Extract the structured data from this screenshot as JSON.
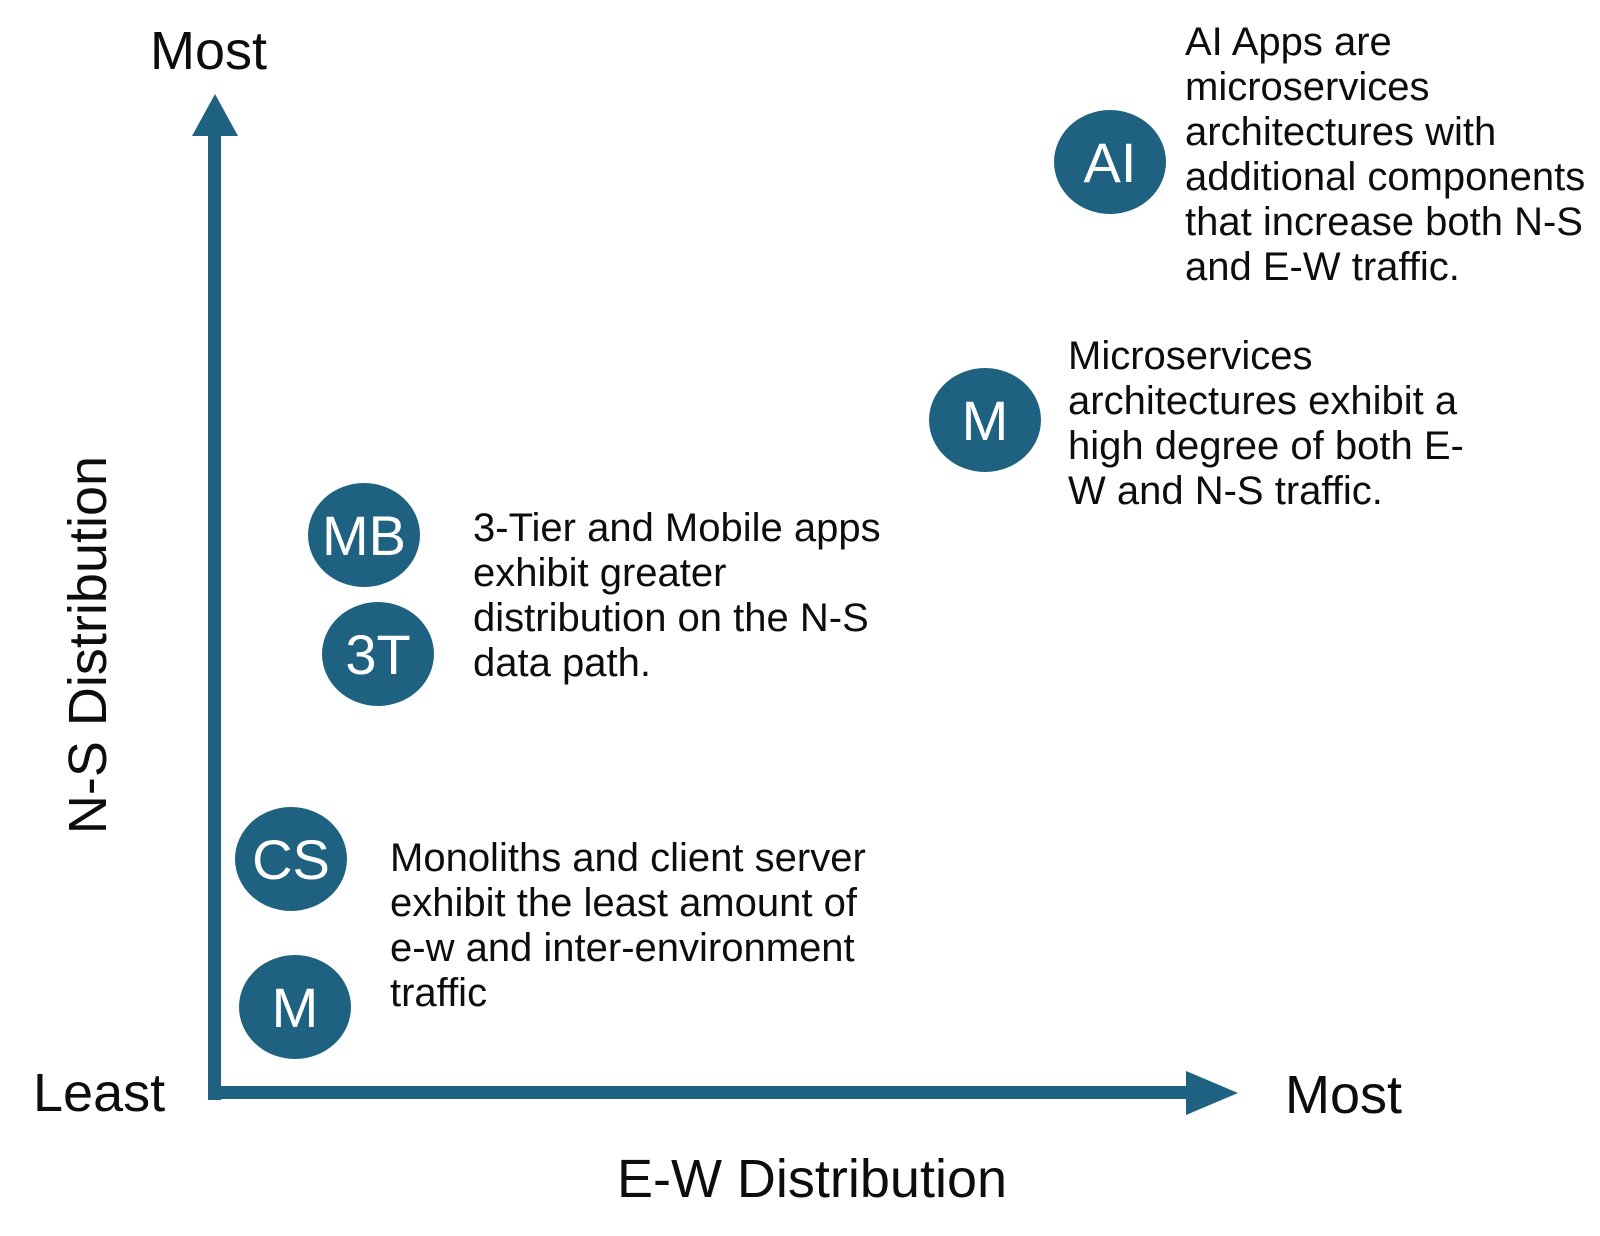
{
  "colors": {
    "accent": "#1E6180",
    "ink": "#0D0D0D",
    "background": "#FFFFFF",
    "bubble_text": "#FFFFFF"
  },
  "chart_data": {
    "type": "scatter",
    "title": "",
    "xlabel": "E-W Distribution",
    "ylabel": "N-S Distribution",
    "x_max_label": "Most",
    "y_max_label": "Most",
    "origin_min_label": "Least",
    "grid": false,
    "legend": null,
    "axis_scale": "qualitative (Least to Most), point coordinates estimated as fractions of each axis",
    "points": [
      {
        "label": "AI",
        "x": 0.87,
        "y": 0.93
      },
      {
        "label": "M",
        "x": 0.75,
        "y": 0.67
      },
      {
        "label": "MB",
        "x": 0.15,
        "y": 0.56
      },
      {
        "label": "3T",
        "x": 0.16,
        "y": 0.44
      },
      {
        "label": "CS",
        "x": 0.07,
        "y": 0.23
      },
      {
        "label": "M",
        "x": 0.08,
        "y": 0.09
      }
    ],
    "annotations": [
      {
        "for": "AI",
        "text": "AI Apps are\nmicroservices\narchitectures with\nadditional components\nthat increase both N-S\nand E-W traffic."
      },
      {
        "for": "M (microservices)",
        "text": "Microservices\narchitectures exhibit a\nhigh degree of both E-\nW and N-S traffic."
      },
      {
        "for": "MB, 3T",
        "text": "3-Tier and Mobile apps\nexhibit greater\ndistribution on the N-S\ndata path."
      },
      {
        "for": "CS, M (monolith)",
        "text": "Monoliths and client server\nexhibit the least amount of\ne-w and inter-environment\ntraffic"
      }
    ]
  }
}
